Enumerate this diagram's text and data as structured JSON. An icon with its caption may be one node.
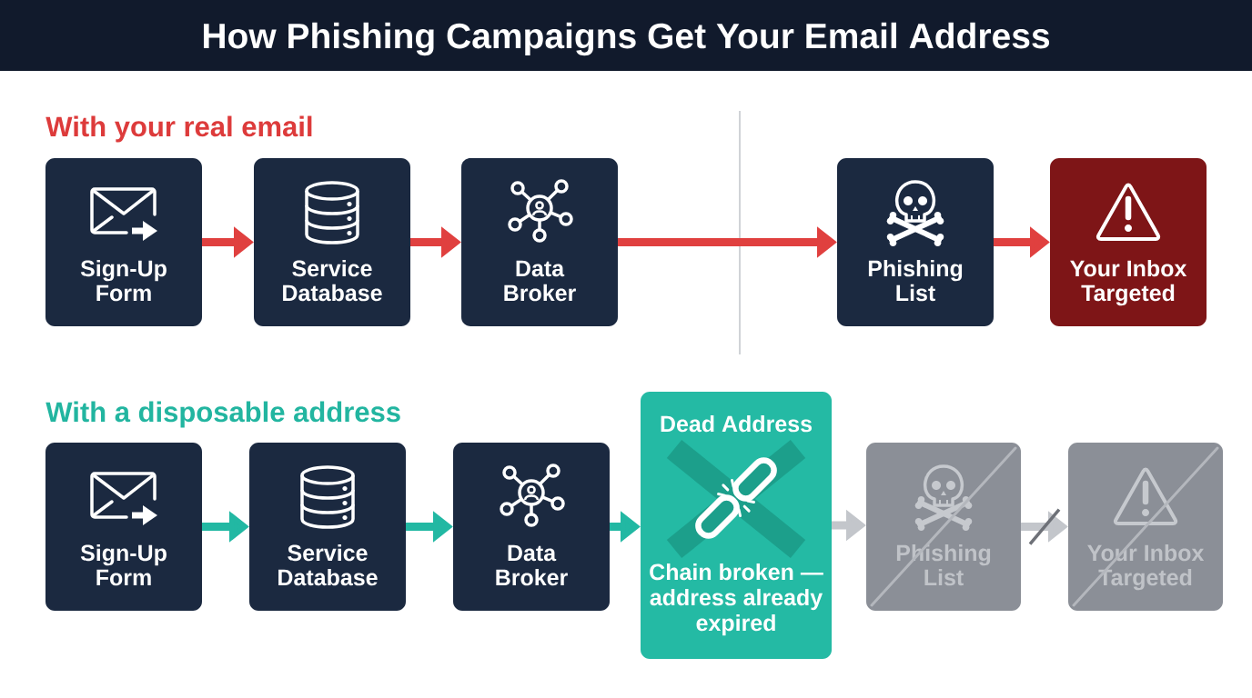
{
  "diagram": {
    "title": "How Phishing Campaigns Get Your Email Address",
    "nodes": [
      {
        "text": [
          "Sign-Up Form"
        ]
      },
      {
        "text": [
          "Service Database"
        ]
      },
      {
        "text": [
          "Data Broker"
        ]
      },
      {
        "text": [
          "Phishing List"
        ]
      },
      {
        "text": [
          "Your Inbox Targeted"
        ]
      },
      {
        "text": [
          "Sign-Up Form"
        ]
      },
      {
        "text": [
          "Service Database"
        ]
      },
      {
        "text": [
          "Data Broker"
        ]
      },
      {
        "text": [
          "Dead Address",
          "Chain broken — address already expired"
        ]
      },
      {
        "text": [
          "Phishing List"
        ]
      },
      {
        "text": [
          "Your Inbox Targeted"
        ]
      }
    ],
    "edges": [
      {
        "from": 0,
        "to": 1,
        "arrow": "to",
        "color": "#e0403f"
      },
      {
        "from": 1,
        "to": 2,
        "arrow": "to",
        "color": "#e0403f"
      },
      {
        "from": 2,
        "to": 3,
        "arrow": "to",
        "color": "#e0403f"
      },
      {
        "from": 3,
        "to": 4,
        "arrow": "to",
        "color": "#e0403f"
      },
      {
        "from": 5,
        "to": 6,
        "arrow": "to",
        "color": "#22b8a3"
      },
      {
        "from": 6,
        "to": 7,
        "arrow": "to",
        "color": "#22b8a3"
      },
      {
        "from": 7,
        "to": 8,
        "arrow": "to",
        "color": "#22b8a3"
      },
      {
        "from": 8,
        "to": 9,
        "arrow": "to",
        "color": "#c3c6cb"
      },
      {
        "from": 9,
        "to": 10,
        "arrow": "to",
        "color": "#c3c6cb"
      }
    ],
    "labels": [
      "With your real email",
      "With a disposable address"
    ]
  }
}
